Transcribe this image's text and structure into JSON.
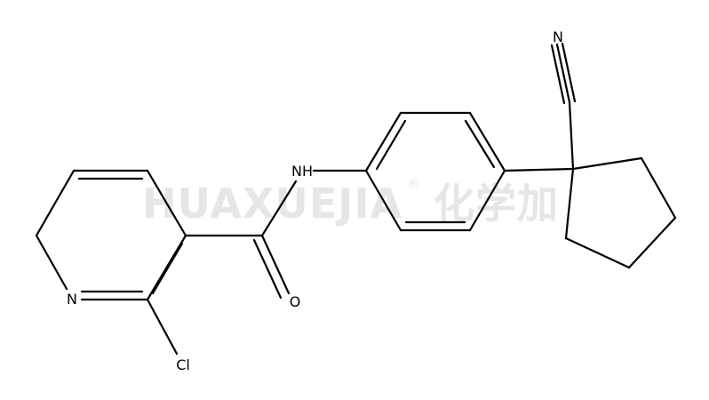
{
  "watermark": {
    "text": "HUAXUEJIA",
    "registered": "®",
    "cjk": "化学加"
  },
  "atoms": {
    "nitrile_n": "N",
    "amide_nh": "NH",
    "carbonyl_o": "O",
    "pyridine_n": "N",
    "chlorine": "Cl"
  }
}
